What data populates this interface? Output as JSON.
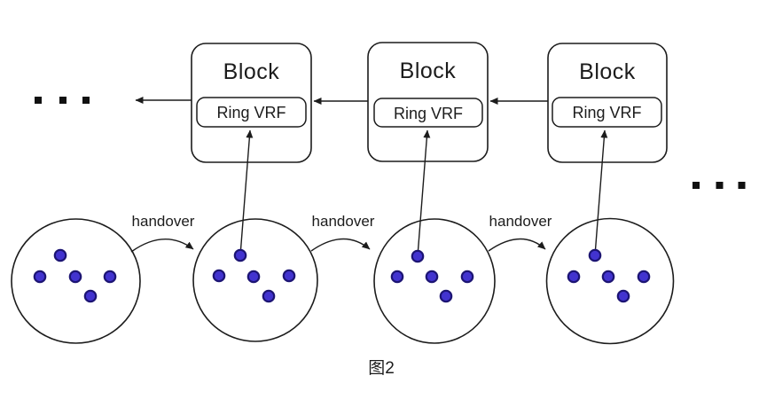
{
  "figure": {
    "caption": "图2",
    "ellipsis_left": "· · ·",
    "ellipsis_right": "· · ·",
    "blocks": [
      {
        "title": "Block",
        "inner_label": "Ring VRF"
      },
      {
        "title": "Block",
        "inner_label": "Ring VRF"
      },
      {
        "title": "Block",
        "inner_label": "Ring VRF"
      }
    ],
    "handover_labels": [
      "handover",
      "handover",
      "handover"
    ],
    "validator_groups": [
      {
        "dot_count": 5
      },
      {
        "dot_count": 5
      },
      {
        "dot_count": 5
      },
      {
        "dot_count": 5
      }
    ],
    "colors": {
      "line": "#1c1c1c",
      "dot_fill": "#4233cf",
      "dot_stroke": "#1c1473",
      "caption": "#a8a8a8"
    }
  }
}
